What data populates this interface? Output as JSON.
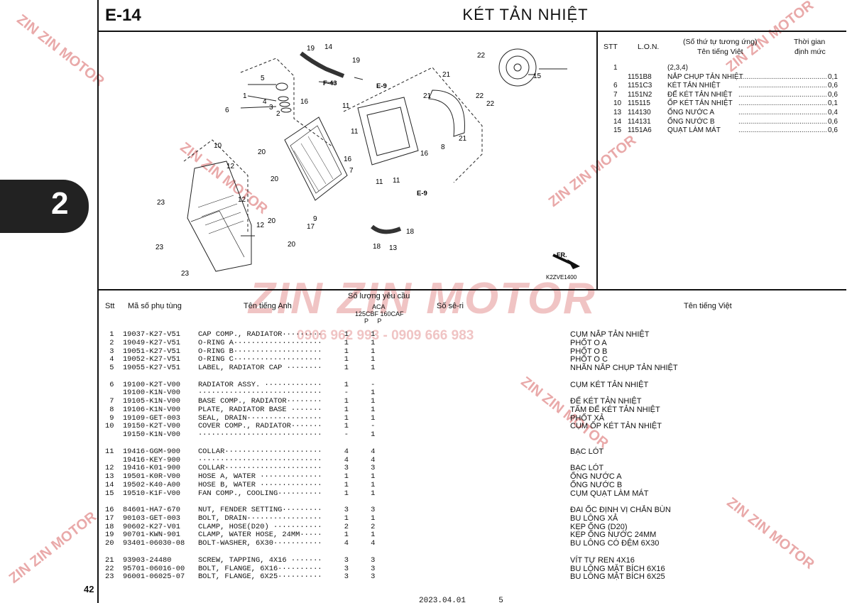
{
  "header": {
    "code": "E-14",
    "title": "KÉT TẢN NHIỆT"
  },
  "chapter": "2",
  "page_number": "42",
  "footer": "2023.04.01       5",
  "watermark": {
    "brand": "ZIN ZIN MOTOR",
    "phones": "0906 962 993 - 0909 666 983"
  },
  "diagram": {
    "code": "K2ZVE1400",
    "fr_label": "FR.",
    "refs": [
      "F-43",
      "E-9",
      "E-9"
    ],
    "callouts": [
      "19",
      "14",
      "19",
      "22",
      "15",
      "5",
      "1",
      "4",
      "3",
      "2",
      "6",
      "16",
      "21",
      "21",
      "22",
      "22",
      "11",
      "11",
      "8",
      "21",
      "7",
      "16",
      "16",
      "20",
      "20",
      "10",
      "12",
      "12",
      "23",
      "23",
      "12",
      "20",
      "9",
      "17",
      "20",
      "18",
      "18",
      "13",
      "23",
      "11",
      "11"
    ]
  },
  "side_table": {
    "headers": {
      "stt": "STT",
      "lon": "L.O.N.",
      "desc1": "(Số thứ tự tương ứng)",
      "desc2": "Tên tiếng Việt",
      "time1": "Thời gian",
      "time2": "định mức"
    },
    "rows": [
      {
        "stt": "1",
        "lon": "",
        "name": "(2,3,4)",
        "time": ""
      },
      {
        "stt": "",
        "lon": "1151B8",
        "name": "NẮP CHỤP TẢN NHIỆT",
        "time": "0,1"
      },
      {
        "stt": "6",
        "lon": "1151C3",
        "name": "KÉT TẢN NHIỆT",
        "time": "0,6"
      },
      {
        "stt": "7",
        "lon": "1151N2",
        "name": "ĐẾ KÉT TẢN NHIỆT",
        "time": "0,6"
      },
      {
        "stt": "10",
        "lon": "115115",
        "name": "ỐP KÉT TẢN NHIỆT",
        "time": "0,1"
      },
      {
        "stt": "13",
        "lon": "114130",
        "name": "ỐNG NƯỚC A",
        "time": "0,4"
      },
      {
        "stt": "14",
        "lon": "114131",
        "name": "ỐNG NƯỚC B",
        "time": "0,6"
      },
      {
        "stt": "15",
        "lon": "1151A6",
        "name": "QUẠT LÀM MÁT",
        "time": "0,6"
      }
    ]
  },
  "parts_header": {
    "stt": "Stt",
    "part_no": "Mã số phụ tùng",
    "english": "Tên tiếng Anh",
    "qty": "Số lượng yêu cầu",
    "model_abbr": "ACA",
    "models": "125CBF 160CAF",
    "pp": "P     P",
    "serial": "Số sê-ri",
    "vietnamese": "Tên tiếng Việt"
  },
  "parts_lines": [
    " 1  19037-K27-V51    CAP COMP., RADIATOR·········     1     1",
    " 2  19049-K27-V51    O-RING A····················     1     1",
    " 3  19051-K27-V51    O-RING B····················     1     1",
    " 4  19052-K27-V51    O-RING C····················     1     1",
    " 5  19055-K27-V51    LABEL, RADIATOR CAP ········     1     1",
    "",
    " 6  19100-K2T-V00    RADIATOR ASSY. ·············     1     -",
    "    19100-K1N-V00    ····························     -     1",
    " 7  19105-K1N-V00    BASE COMP., RADIATOR········     1     1",
    " 8  19106-K1N-V00    PLATE, RADIATOR BASE ·······     1     1",
    " 9  19109-GET-003    SEAL, DRAIN·················     1     1",
    "10  19150-K2T-V00    COVER COMP., RADIATOR·······     1     -",
    "    19150-K1N-V00    ····························     -     1",
    "",
    "11  19416-GGM-900    COLLAR······················     4     4",
    "    19416-KEY-900    ····························     4     4",
    "12  19416-K01-900    COLLAR······················     3     3",
    "13  19501-K0R-V00    HOSE A, WATER ··············     1     1",
    "14  19502-K40-A00    HOSE B, WATER ··············     1     1",
    "15  19510-K1F-V00    FAN COMP., COOLING··········     1     1",
    "",
    "16  84601-HA7-670    NUT, FENDER SETTING·········     3     3",
    "17  90103-GET-003    BOLT, DRAIN·················     1     1",
    "18  90602-K27-V01    CLAMP, HOSE(D20) ···········     2     2",
    "19  90701-KWN-901    CLAMP, WATER HOSE, 24MM·····     1     1",
    "20  93401-06030-08   BOLT-WASHER, 6X30···········     4     4",
    "",
    "21  93903-24480      SCREW, TAPPING, 4X16 ·······     3     3",
    "22  95701-06016-00   BOLT, FLANGE, 6X16··········     3     3",
    "23  96001-06025-07   BOLT, FLANGE, 6X25··········     3     3"
  ],
  "vietnamese_lines": [
    "CỤM NẮP TẢN NHIỆT",
    "PHỐT O A",
    "PHỐT O B",
    "PHỐT O C",
    "NHÃN NẮP CHỤP TẢN NHIỆT",
    "",
    "CỤM KÉT TẢN NHIỆT",
    "",
    "ĐẾ KÉT TẢN NHIỆT",
    "TẤM ĐẾ KÉT TẢN NHIỆT",
    "PHỐT XẢ",
    "CỤM ỐP KÉT TẢN NHIỆT",
    "",
    "",
    "BẠC LÓT",
    "",
    "BẠC LÓT",
    "ỐNG NƯỚC A",
    "ỐNG NƯỚC B",
    "CỤM QUẠT LÀM MÁT",
    "",
    "ĐAI ỐC ĐỊNH VỊ CHẮN BÙN",
    "BU LÔNG XẢ",
    "KẸP ỐNG (D20)",
    "KẸP ỐNG NƯỚC 24MM",
    "BU LÔNG CÓ ĐỆM 6X30",
    "",
    "VÍT TỰ REN 4X16",
    "BU LÔNG MẶT BÍCH 6X16",
    "BU LÔNG MẶT BÍCH 6X25"
  ]
}
